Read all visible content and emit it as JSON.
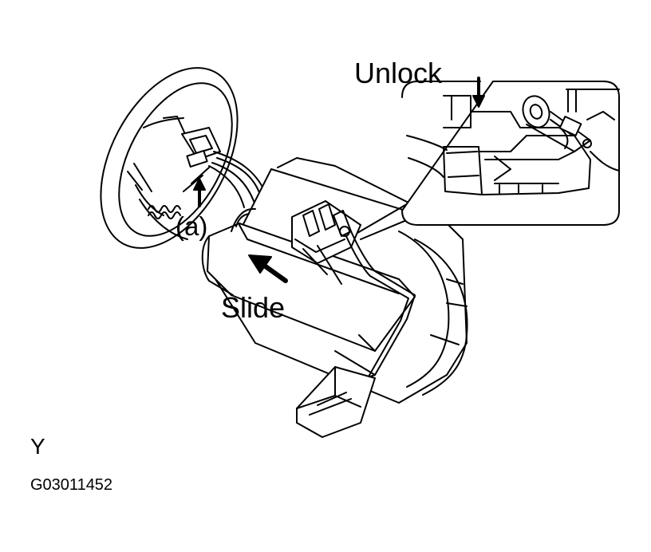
{
  "labels": {
    "unlock": "Unlock",
    "point_a": "(a)",
    "slide": "Slide",
    "view_letter": "Y",
    "figure_code": "G03011452"
  },
  "colors": {
    "ink": "#000000",
    "paper": "#ffffff"
  }
}
